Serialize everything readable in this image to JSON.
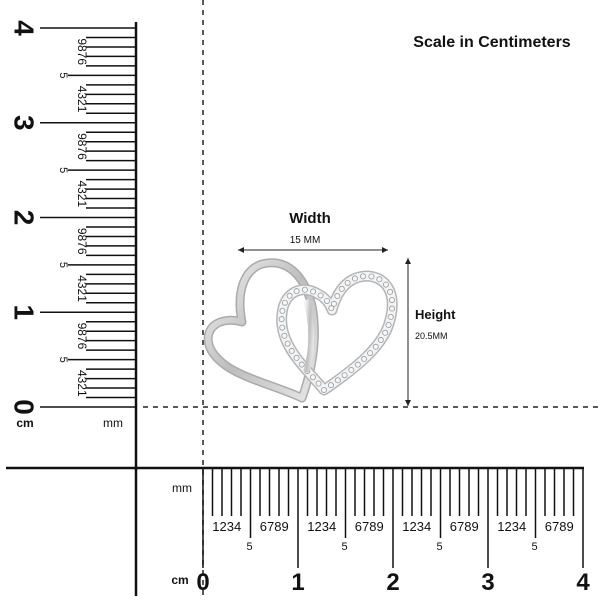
{
  "title": "Scale in Centimeters",
  "dimensions": {
    "width_label": "Width",
    "width_value": "15 MM",
    "height_label": "Height",
    "height_value": "20.5MM"
  },
  "vertical_ruler": {
    "unit_cm": "cm",
    "unit_mm": "mm",
    "major_labels": [
      "0",
      "1",
      "2",
      "3",
      "4"
    ],
    "minor_digits_top": "9876",
    "minor_digits_bottom": "4321",
    "mid_digit": "5"
  },
  "horizontal_ruler": {
    "unit_cm": "cm",
    "unit_mm": "mm",
    "major_labels": [
      "0",
      "1",
      "2",
      "3",
      "4"
    ],
    "minor_digits_left": "1234",
    "minor_digits_right": "6789",
    "mid_digit": "5"
  },
  "product": {
    "icon": "interlocking-hearts-pendant-icon",
    "metal_color": "#d9d9d9",
    "stone_color": "#f4f6f8"
  }
}
